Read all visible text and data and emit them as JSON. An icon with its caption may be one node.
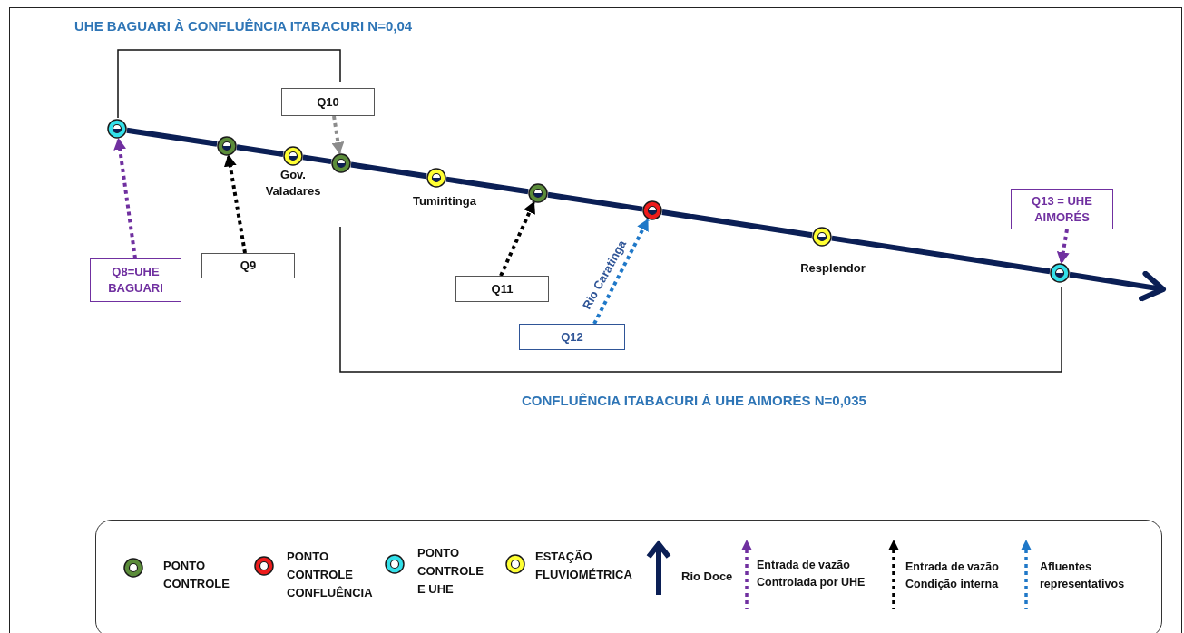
{
  "diagram": {
    "title": "UHE BAGUARI À CONFLUÊNCIA ITABACURI N=0,04",
    "nodes": [
      {
        "text": [],
        "shape": "circle"
      },
      {
        "text": [],
        "shape": "circle"
      },
      {
        "text": [],
        "shape": "circle",
        "beside": [
          "Gov. Valadares"
        ]
      },
      {
        "text": [],
        "shape": "circle"
      },
      {
        "text": [],
        "shape": "circle",
        "beside": [
          "Tumiritinga"
        ]
      },
      {
        "text": [],
        "shape": "circle"
      },
      {
        "text": [],
        "shape": "circle"
      },
      {
        "text": [],
        "shape": "circle",
        "beside": [
          "Resplendor"
        ]
      },
      {
        "text": [],
        "shape": "circle"
      },
      {
        "text": [
          "Q8=UHE BAGUARI"
        ]
      },
      {
        "text": [
          "Q9"
        ]
      },
      {
        "text": [
          "Q10"
        ]
      },
      {
        "text": [
          "Q11"
        ]
      },
      {
        "text": [
          "Q12"
        ]
      },
      {
        "text": [
          "Q13 = UHE AIMORÉS"
        ]
      }
    ],
    "edges": [
      {
        "from": 0,
        "to": 1,
        "arrow": "none"
      },
      {
        "from": 1,
        "to": 2,
        "arrow": "none"
      },
      {
        "from": 2,
        "to": 3,
        "arrow": "none"
      },
      {
        "from": 3,
        "to": 4,
        "arrow": "none"
      },
      {
        "from": 4,
        "to": 5,
        "arrow": "none"
      },
      {
        "from": 5,
        "to": 6,
        "arrow": "none"
      },
      {
        "from": 6,
        "to": 7,
        "arrow": "none"
      },
      {
        "from": 7,
        "to": 8,
        "arrow": "none"
      },
      {
        "from": 8,
        "to": null,
        "arrow": "to"
      },
      {
        "from": 9,
        "to": 0,
        "arrow": "to",
        "style": "dashed",
        "color": "#7030a0"
      },
      {
        "from": 10,
        "to": 1,
        "arrow": "to",
        "style": "dashed",
        "color": "#000000"
      },
      {
        "from": 11,
        "to": 3,
        "arrow": "to",
        "style": "dashed",
        "color": "#8c8c8c"
      },
      {
        "from": 12,
        "to": 5,
        "arrow": "to",
        "style": "dashed",
        "color": "#000000"
      },
      {
        "from": 13,
        "to": 6,
        "arrow": "to",
        "style": "dashed",
        "color": "#1f78c8",
        "label": "Rio Caratinga"
      },
      {
        "from": 14,
        "to": 8,
        "arrow": "to",
        "style": "dashed",
        "color": "#7030a0"
      }
    ],
    "labels": [
      "CONFLUÊNCIA ITABACURI À UHE AIMORÉS N=0,035"
    ],
    "legend": [
      {
        "text": "PONTO CONTROLE",
        "color": "#5b8c3a"
      },
      {
        "text": "PONTO CONTROLE CONFLUÊNCIA",
        "color": "#ee1c1c"
      },
      {
        "text": "PONTO CONTROLE E UHE",
        "color": "#33e0ea"
      },
      {
        "text": "ESTAÇÃO FLUVIOMÉTRICA",
        "color": "#ffff33"
      },
      {
        "text": "Rio Doce"
      },
      {
        "text": "Entrada de vazão Controlada por UHE"
      },
      {
        "text": "Entrada de vazão Condição interna"
      },
      {
        "text": "Afluentes representativos"
      }
    ]
  }
}
